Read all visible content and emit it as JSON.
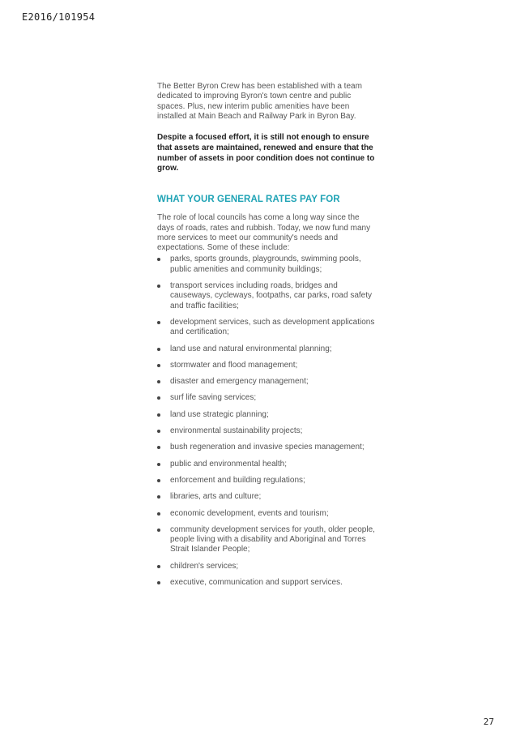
{
  "header": {
    "doc_ref": "E2016/101954"
  },
  "footer": {
    "page_number": "27"
  },
  "body": {
    "paragraph_1": "The Better Byron Crew has been established with a team dedicated to improving Byron's town centre and public spaces. Plus, new interim public amenities have been installed at Main Beach and Railway Park in Byron Bay.",
    "paragraph_2": "Despite a focused effort, it is still not enough to ensure that assets are maintained, renewed and ensure that the number of assets in poor condition does not continue to grow.",
    "section_heading": "WHAT YOUR GENERAL RATES PAY FOR",
    "intro": "The role of local councils has come a long way since the days of roads, rates and rubbish. Today, we now fund many more services to meet our community's needs and expectations. Some of these include:",
    "services": [
      "parks, sports grounds, playgrounds, swimming pools, public amenities and community buildings;",
      "transport services including roads, bridges and causeways, cycleways, footpaths, car parks, road safety and traffic facilities;",
      "development services, such as development applications and certification;",
      "land use and natural environmental planning;",
      "stormwater and flood management;",
      "disaster and emergency management;",
      "surf life saving services;",
      "land use strategic planning;",
      "environmental sustainability projects;",
      "bush regeneration and invasive species management;",
      "public and environmental health;",
      "enforcement and building regulations;",
      "libraries, arts and culture;",
      "economic development, events and tourism;",
      "community development services for youth, older people, people living with a disability and Aboriginal and Torres Strait Islander People;",
      "children's services;",
      "executive, communication and support services."
    ]
  }
}
